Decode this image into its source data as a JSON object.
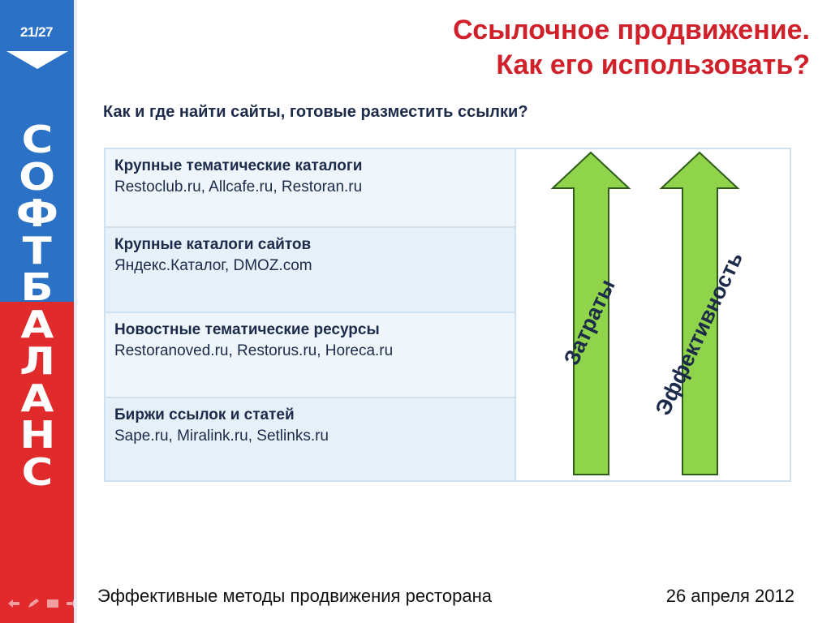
{
  "sidebar": {
    "page_counter": "21/27",
    "brand_letters": [
      "С",
      "О",
      "Ф",
      "Т",
      "Б",
      "А",
      "Л",
      "А",
      "Н",
      "С"
    ],
    "colors": {
      "top": "#2b72c6",
      "bottom": "#e02a2c"
    },
    "nav_icons": [
      "back-icon",
      "pen-icon",
      "menu-icon",
      "forward-icon"
    ]
  },
  "slide": {
    "title_line1": "Ссылочное продвижение.",
    "title_line2": "Как его использовать?",
    "subtitle": "Как и где найти сайты, готовые разместить ссылки?",
    "accent_color": "#d0202a"
  },
  "table": {
    "rows": [
      {
        "heading": "Крупные тематические каталоги",
        "sites": "Restoclub.ru, Allcafe.ru, Restoran.ru"
      },
      {
        "heading": "Крупные каталоги сайтов",
        "sites": "Яндекс.Каталог, DMOZ.com"
      },
      {
        "heading": "Новостные тематические ресурсы",
        "sites": "Restoranoved.ru, Restorus.ru, Horeca.ru"
      },
      {
        "heading": "Биржи ссылок и статей",
        "sites": "Sape.ru, Miralink.ru, Setlinks.ru"
      }
    ],
    "arrows": [
      {
        "label": "Затраты",
        "color": "#8fd44a"
      },
      {
        "label": "Эффективность",
        "color": "#8fd44a"
      }
    ]
  },
  "footer": {
    "left": "Эффективные методы продвижения ресторана",
    "right": "26 апреля 2012"
  }
}
